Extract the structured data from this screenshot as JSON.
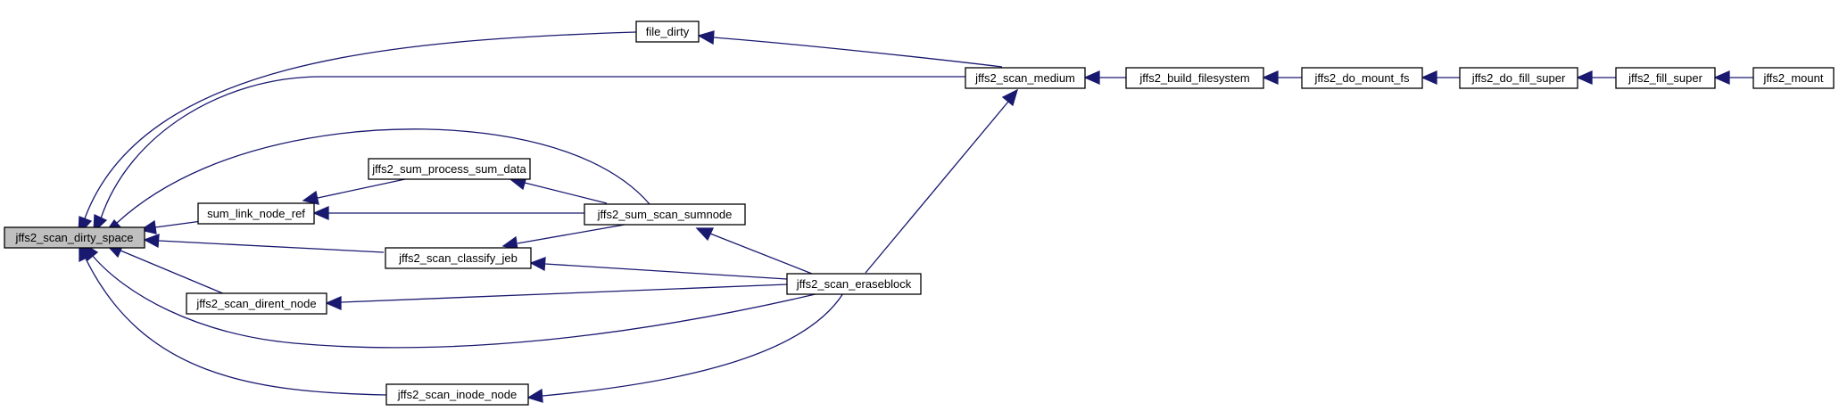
{
  "colors": {
    "edge": "#191970",
    "root_fill": "#bfbfbf",
    "node_fill": "#ffffff",
    "node_border": "#000000"
  },
  "nodes": [
    {
      "id": "n_dirty",
      "label": "jffs2_scan_dirty_space"
    },
    {
      "id": "n_filedirty",
      "label": "file_dirty"
    },
    {
      "id": "n_medium",
      "label": "jffs2_scan_medium"
    },
    {
      "id": "n_build",
      "label": "jffs2_build_filesystem"
    },
    {
      "id": "n_mountfs",
      "label": "jffs2_do_mount_fs"
    },
    {
      "id": "n_dofill",
      "label": "jffs2_do_fill_super"
    },
    {
      "id": "n_fill",
      "label": "jffs2_fill_super"
    },
    {
      "id": "n_mount",
      "label": "jffs2_mount"
    },
    {
      "id": "n_process",
      "label": "jffs2_sum_process_sum_data"
    },
    {
      "id": "n_link",
      "label": "sum_link_node_ref"
    },
    {
      "id": "n_sumscan",
      "label": "jffs2_sum_scan_sumnode"
    },
    {
      "id": "n_classify",
      "label": "jffs2_scan_classify_jeb"
    },
    {
      "id": "n_erase",
      "label": "jffs2_scan_eraseblock"
    },
    {
      "id": "n_dirent",
      "label": "jffs2_scan_dirent_node"
    },
    {
      "id": "n_inode",
      "label": "jffs2_scan_inode_node"
    }
  ],
  "edges": [
    {
      "from": "n_filedirty",
      "to": "n_dirty"
    },
    {
      "from": "n_medium",
      "to": "n_dirty"
    },
    {
      "from": "n_sumscan",
      "to": "n_dirty"
    },
    {
      "from": "n_link",
      "to": "n_dirty"
    },
    {
      "from": "n_classify",
      "to": "n_dirty"
    },
    {
      "from": "n_dirent",
      "to": "n_dirty"
    },
    {
      "from": "n_erase",
      "to": "n_dirty"
    },
    {
      "from": "n_inode",
      "to": "n_dirty"
    },
    {
      "from": "n_medium",
      "to": "n_filedirty"
    },
    {
      "from": "n_build",
      "to": "n_medium"
    },
    {
      "from": "n_mountfs",
      "to": "n_build"
    },
    {
      "from": "n_dofill",
      "to": "n_mountfs"
    },
    {
      "from": "n_fill",
      "to": "n_dofill"
    },
    {
      "from": "n_mount",
      "to": "n_fill"
    },
    {
      "from": "n_erase",
      "to": "n_medium"
    },
    {
      "from": "n_process",
      "to": "n_link"
    },
    {
      "from": "n_sumscan",
      "to": "n_link"
    },
    {
      "from": "n_sumscan",
      "to": "n_process"
    },
    {
      "from": "n_sumscan",
      "to": "n_classify"
    },
    {
      "from": "n_erase",
      "to": "n_sumscan"
    },
    {
      "from": "n_erase",
      "to": "n_classify"
    },
    {
      "from": "n_erase",
      "to": "n_dirent"
    },
    {
      "from": "n_erase",
      "to": "n_inode"
    }
  ]
}
